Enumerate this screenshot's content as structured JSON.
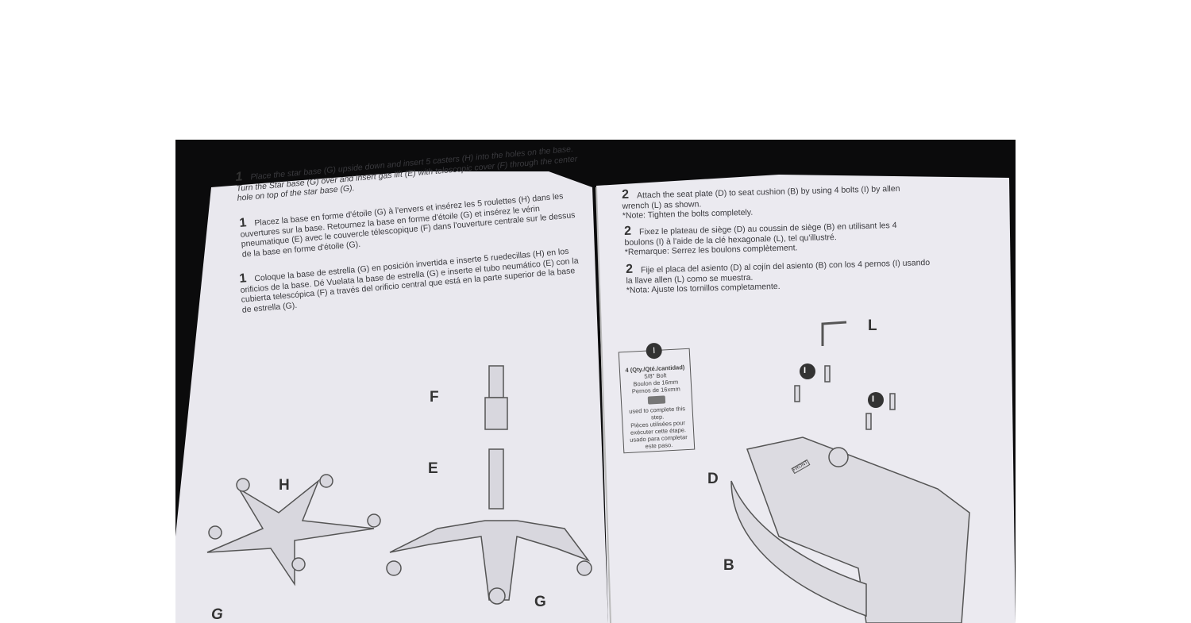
{
  "left_page": {
    "step_number": "1",
    "en": "Place the star base (G) upside down and insert 5 casters (H) into the holes on the base. Turn the Star base (G) over and insert gas lift (E) with telescopic cover (F) through the center hole on top of the star base (G).",
    "fr": "Placez la base en forme d'étoile (G) à l'envers et insérez les 5 roulettes (H) dans les ouvertures sur la base. Retournez la base en forme d'étoile (G) et insérez le vérin pneumatique (E) avec le couvercle télescopique (F) dans l'ouverture centrale sur le dessus de la base en forme d'étoile (G).",
    "es": "Coloque la base de estrella (G) en posición invertida e inserte 5 ruedecillas (H) en los orificios de la base. Dé Vuelata la base de estrella (G) e inserte el tubo neumático (E) con la cubierta telescópica (F) a través del orificio central que está en la parte superior de la base de estrella (G).",
    "labels": {
      "F": "F",
      "E": "E",
      "H": "H",
      "G1": "G",
      "G2": "G"
    }
  },
  "right_page": {
    "step_number": "2",
    "en": "Attach the seat plate (D) to seat cushion (B) by using 4 bolts (I) by allen wrench (L) as shown.",
    "en_note": "*Note: Tighten the bolts completely.",
    "fr": "Fixez le plateau de siège (D) au coussin de siège (B) en utilisant les 4 boulons (I) à l'aide de la clé hexagonale (L), tel qu'illustré.",
    "fr_note": "*Remarque: Serrez les boulons complètement.",
    "es": "Fije el placa del asiento (D) al cojín del asiento (B) con los 4 pernos (I) usando la llave allen (L) como se muestra.",
    "es_note": "*Nota: Ajuste los tornillos completamente.",
    "parts_box": {
      "badge": "I",
      "qty": "4 (Qty./Qté./cantidad)",
      "lines": [
        "5/8\" Bolt",
        "Boulon de 16mm",
        "Pernos de 16xmm"
      ],
      "usage": [
        "used to complete this step.",
        "Pièces utilisées pour exécuter cette étape.",
        "usado para completar este paso."
      ]
    },
    "labels": {
      "L": "L",
      "D": "D",
      "B": "B",
      "I": "I",
      "front": "FRONT"
    }
  }
}
